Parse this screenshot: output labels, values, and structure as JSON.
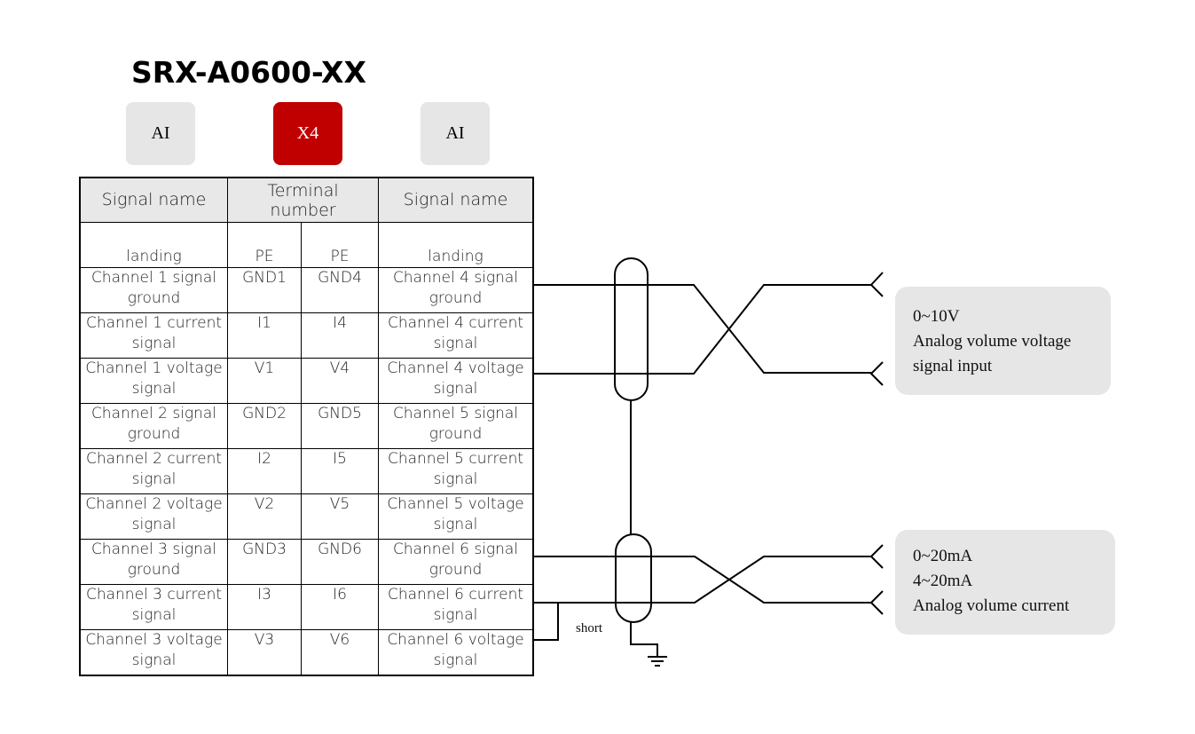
{
  "title": "SRX-A0600-XX",
  "tags": [
    {
      "label": "AI",
      "color": "#e6e6e6"
    },
    {
      "label": "X4",
      "color": "#c00000"
    },
    {
      "label": "AI",
      "color": "#e6e6e6"
    }
  ],
  "table": {
    "header": {
      "left": "Signal name",
      "middle_line1": "Terminal",
      "middle_line2": "number",
      "right": "Signal name"
    },
    "landing_row": {
      "left": "landing",
      "pin_left": "PE",
      "pin_right": "PE",
      "right": "landing"
    },
    "rows": [
      {
        "left_l1": "Channel 1 signal",
        "left_l2": "ground",
        "pin_left": "GND1",
        "pin_right": "GND4",
        "right_l1": "Channel 4 signal",
        "right_l2": "ground"
      },
      {
        "left_l1": "Channel 1 current",
        "left_l2": "signal",
        "pin_left": "I1",
        "pin_right": "I4",
        "right_l1": "Channel 4 current",
        "right_l2": "signal"
      },
      {
        "left_l1": "Channel 1 voltage",
        "left_l2": "signal",
        "pin_left": "V1",
        "pin_right": "V4",
        "right_l1": "Channel 4 voltage",
        "right_l2": "signal"
      },
      {
        "left_l1": "Channel 2 signal",
        "left_l2": "ground",
        "pin_left": "GND2",
        "pin_right": "GND5",
        "right_l1": "Channel 5 signal",
        "right_l2": "ground"
      },
      {
        "left_l1": "Channel 2 current",
        "left_l2": "signal",
        "pin_left": "I2",
        "pin_right": "I5",
        "right_l1": "Channel 5 current",
        "right_l2": "signal"
      },
      {
        "left_l1": "Channel 2 voltage",
        "left_l2": "signal",
        "pin_left": "V2",
        "pin_right": "V5",
        "right_l1": "Channel 5 voltage",
        "right_l2": "signal"
      },
      {
        "left_l1": "Channel 3 signal",
        "left_l2": "ground",
        "pin_left": "GND3",
        "pin_right": "GND6",
        "right_l1": "Channel 6 signal",
        "right_l2": "ground"
      },
      {
        "left_l1": "Channel 3 current",
        "left_l2": "signal",
        "pin_left": "I3",
        "pin_right": "I6",
        "right_l1": "Channel 6 current",
        "right_l2": "signal"
      },
      {
        "left_l1": "Channel 3 voltage",
        "left_l2": "signal",
        "pin_left": "V3",
        "pin_right": "V6",
        "right_l1": "Channel 6 voltage",
        "right_l2": "signal"
      }
    ]
  },
  "voltage_box": {
    "line1": "0~10V",
    "line2": "Analog volume voltage",
    "line3": "signal input"
  },
  "current_box": {
    "line1": "0~20mA",
    "line2": "4~20mA",
    "line3": "Analog volume current"
  },
  "short_label": "short",
  "colors": {
    "accent": "#c00000",
    "panel": "#e6e6e6",
    "header": "#e8e8e8"
  }
}
